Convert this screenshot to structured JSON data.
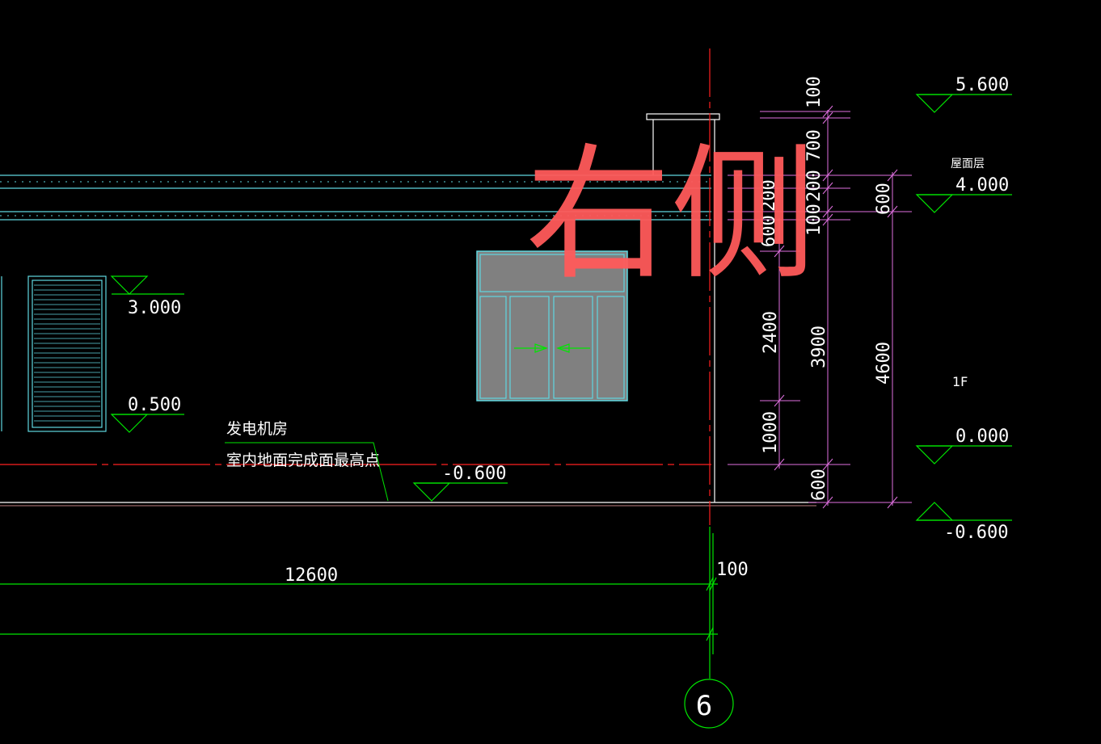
{
  "drawing": {
    "watermark": "右侧",
    "room_label": "发电机房",
    "floor_note": "室内地面完成面最高点",
    "roof_level_label": "屋面层",
    "floor_label": "1F",
    "grid_axis": "6",
    "colors": {
      "background": "#000000",
      "white_lines": "#ffffff",
      "cyan": "#5fd7e0",
      "green": "#00e600",
      "red": "#ff2020",
      "magenta": "#e070e0",
      "gray_fill": "#808080",
      "watermark": "#ff5a5a"
    }
  },
  "elevations": {
    "e_5600": "5.600",
    "e_4000": "4.000",
    "e_3000": "3.000",
    "e_0500": "0.500",
    "e_0000": "0.000",
    "e_n0600_right": "-0.600",
    "e_n0600_mid": "-0.600"
  },
  "dimensions": {
    "d_12600": "12600",
    "d_100_bottom": "100",
    "d_100_top": "100",
    "d_200": "200",
    "d_700": "700",
    "d_100_stack": "100",
    "d_200_stack": "200",
    "d_600_mid": "600",
    "d_2400": "2400",
    "d_1000": "1000",
    "d_600_bottom": "600",
    "d_3900": "3900",
    "d_600_right": "600",
    "d_4600": "4600"
  }
}
